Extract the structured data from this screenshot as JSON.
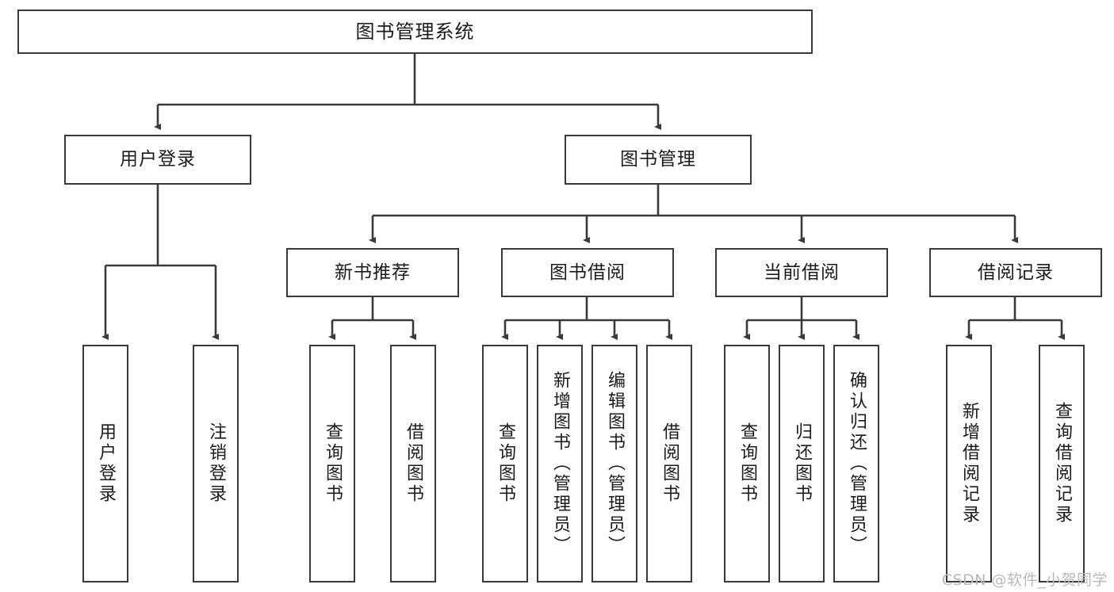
{
  "diagram": {
    "title": "图书管理系统",
    "type": "hierarchy-tree",
    "colors": {
      "box_border": "#3a3a3a",
      "box_fill": "#ffffff",
      "connector": "#3a3a3a",
      "text": "#1b1b1b",
      "watermark": "#b9b9b9"
    },
    "levels": {
      "root": {
        "label": "图书管理系统"
      },
      "level2": [
        {
          "label": "用户登录"
        },
        {
          "label": "图书管理"
        }
      ],
      "level3": [
        {
          "label": "新书推荐"
        },
        {
          "label": "图书借阅"
        },
        {
          "label": "当前借阅"
        },
        {
          "label": "借阅记录"
        }
      ],
      "leaves": {
        "user_login": [
          {
            "label": "用户登录"
          },
          {
            "label": "注销登录"
          }
        ],
        "new_book_recommend": [
          {
            "label": "查询图书"
          },
          {
            "label": "借阅图书"
          }
        ],
        "book_borrow": [
          {
            "label": "查询图书"
          },
          {
            "label": "新增图书（管理员）"
          },
          {
            "label": "编辑图书（管理员）"
          },
          {
            "label": "借阅图书"
          }
        ],
        "current_borrow": [
          {
            "label": "查询图书"
          },
          {
            "label": "归还图书"
          },
          {
            "label": "确认归还（管理员）"
          }
        ],
        "borrow_record": [
          {
            "label": "新增借阅记录"
          },
          {
            "label": "查询借阅记录"
          }
        ]
      }
    }
  },
  "watermark": {
    "text": "CSDN @软件_小贺同学"
  }
}
